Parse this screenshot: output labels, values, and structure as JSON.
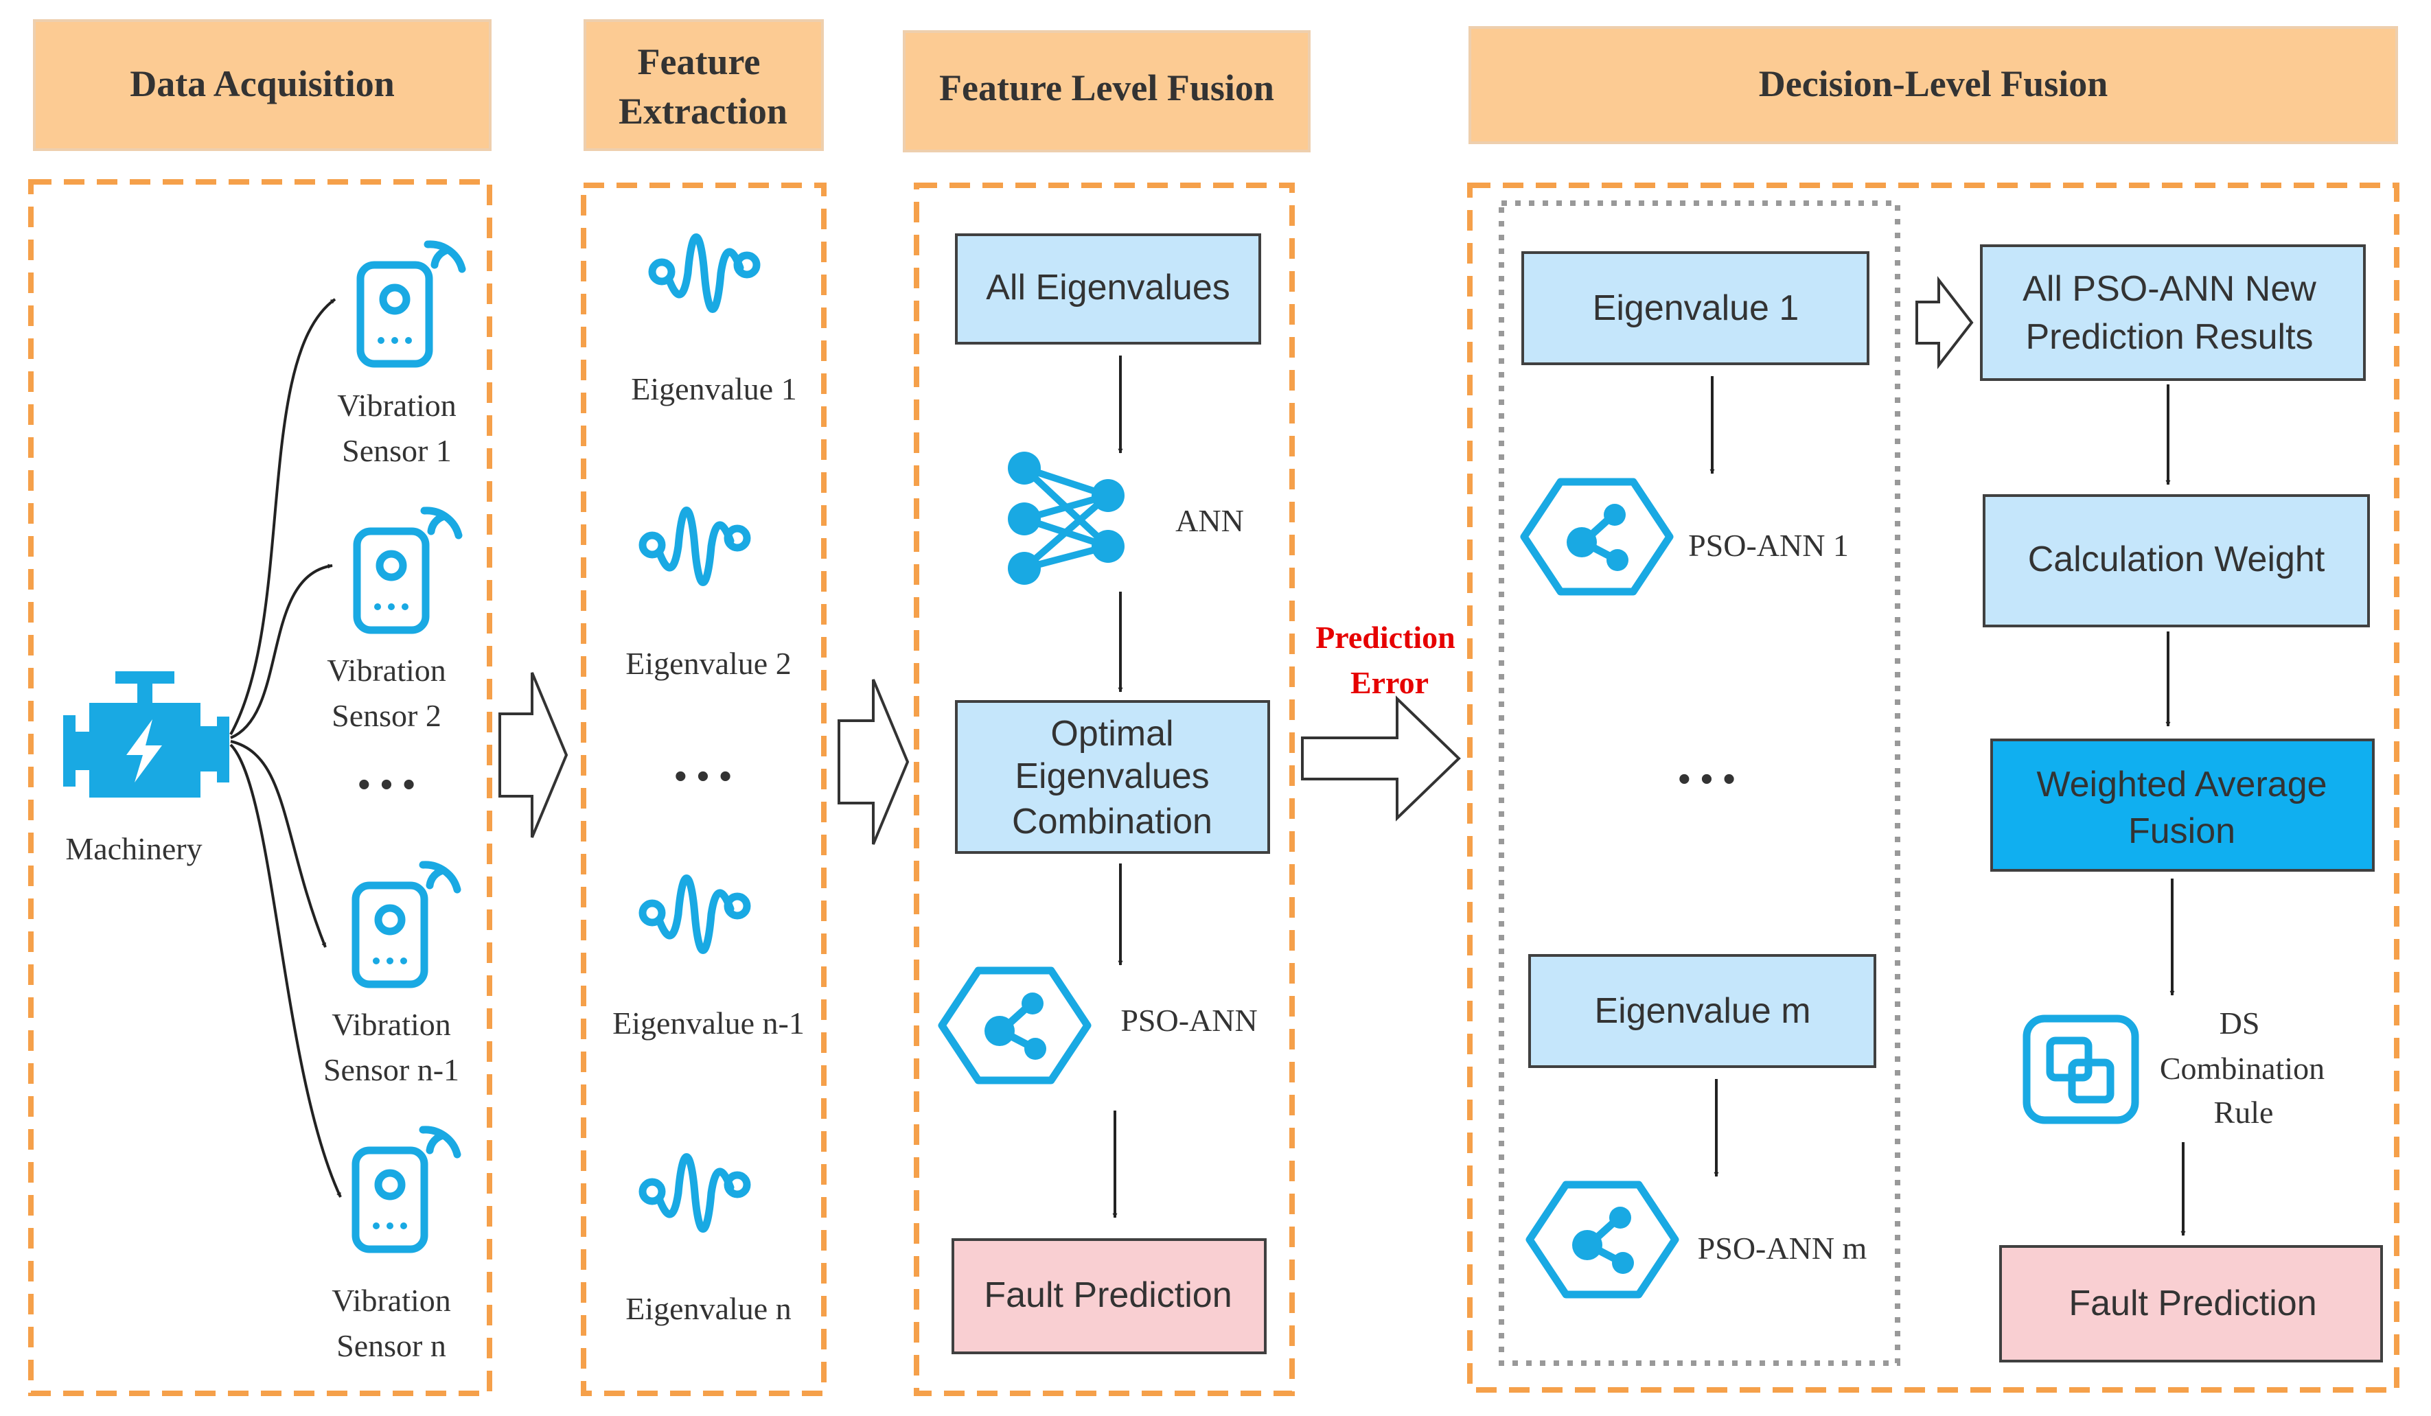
{
  "headers": {
    "data_acquisition": "Data Acquisition",
    "feature_extraction_line1": "Feature",
    "feature_extraction_line2": "Extraction",
    "feature_level_fusion": "Feature Level Fusion",
    "decision_level_fusion": "Decision-Level Fusion"
  },
  "acquisition": {
    "machinery_label": "Machinery",
    "ellipsis": "• • •",
    "sensors": [
      {
        "line1": "Vibration",
        "line2": "Sensor 1"
      },
      {
        "line1": "Vibration",
        "line2": "Sensor 2"
      },
      {
        "line1": "Vibration",
        "line2": "Sensor n-1"
      },
      {
        "line1": "Vibration",
        "line2": "Sensor n"
      }
    ]
  },
  "extraction": {
    "ellipsis": "• • •",
    "items": [
      "Eigenvalue 1",
      "Eigenvalue 2",
      "Eigenvalue n-1",
      "Eigenvalue n"
    ]
  },
  "feature_fusion": {
    "all_eigenvalues": "All Eigenvalues",
    "ann_label": "ANN",
    "optimal_line1": "Optimal",
    "optimal_line2": "Eigenvalues",
    "optimal_line3": "Combination",
    "pso_ann_label": "PSO-ANN",
    "fault_prediction": "Fault Prediction"
  },
  "transfer": {
    "prediction_line1": "Prediction",
    "prediction_line2": "Error"
  },
  "decision_fusion": {
    "eigenvalue_1": "Eigenvalue 1",
    "pso_ann_1": "PSO-ANN 1",
    "ellipsis": "• • •",
    "eigenvalue_m": "Eigenvalue m",
    "pso_ann_m": "PSO-ANN m",
    "all_results_line1": "All PSO-ANN New",
    "all_results_line2": "Prediction Results",
    "calculation_weight": "Calculation Weight",
    "weighted_line1": "Weighted Average",
    "weighted_line2": "Fusion",
    "ds_line1": "DS",
    "ds_line2": "Combination",
    "ds_line3": "Rule",
    "fault_prediction": "Fault Prediction"
  },
  "colors": {
    "header_fill": "#fccb93",
    "panel_dash": "#f5a04a",
    "box_light_blue": "#c5e6fb",
    "box_dark_blue": "#10aff0",
    "box_pink": "#f9cfd2",
    "icon_blue": "#19a9e3",
    "prediction_error_red": "#e60000"
  },
  "icons": {
    "machinery": "engine-icon",
    "sensor": "wireless-sensor-icon",
    "eigenvalue": "waveform-icon",
    "ann": "neural-network-icon",
    "pso_ann": "hexagon-network-icon",
    "ds_rule": "overlapping-squares-icon"
  }
}
